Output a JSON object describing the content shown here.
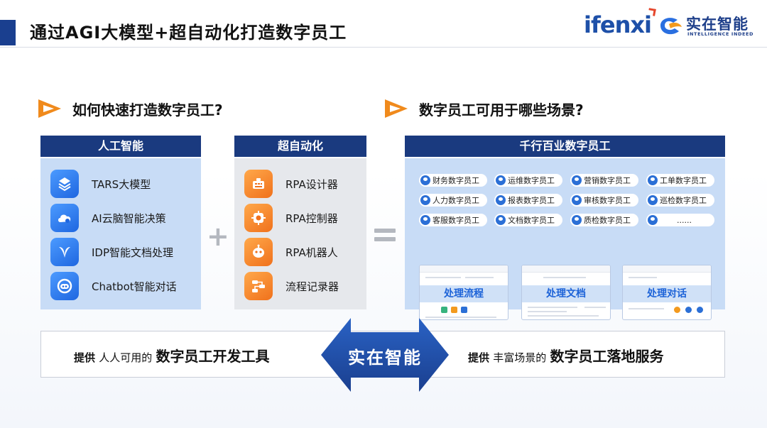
{
  "header": {
    "title": "通过AGI大模型+超自动化打造数字员工",
    "logo_ifenxi": "ifenxi",
    "logo_cn": "实在智能",
    "logo_en": "INTELLIGENCE INDEED"
  },
  "sections": {
    "left_heading": "如何快速打造数字员工?",
    "right_heading": "数字员工可用于哪些场景?"
  },
  "ai_column": {
    "title": "人工智能",
    "items": [
      {
        "label": "TARS大模型",
        "icon": "tars-model-icon"
      },
      {
        "label": "AI云脑智能决策",
        "icon": "ai-cloud-brain-icon"
      },
      {
        "label": "IDP智能文档处理",
        "icon": "idp-document-icon"
      },
      {
        "label": "Chatbot智能对话",
        "icon": "chatbot-icon"
      }
    ]
  },
  "rpa_column": {
    "title": "超自动化",
    "items": [
      {
        "label": "RPA设计器",
        "icon": "rpa-designer-icon"
      },
      {
        "label": "RPA控制器",
        "icon": "rpa-controller-icon"
      },
      {
        "label": "RPA机器人",
        "icon": "rpa-robot-icon"
      },
      {
        "label": "流程记录器",
        "icon": "process-recorder-icon"
      }
    ]
  },
  "operators": {
    "plus": "+",
    "equals": "="
  },
  "industry_column": {
    "title": "千行百业数字员工",
    "roles": [
      [
        "财务数字员工",
        "运维数字员工",
        "营销数字员工",
        "工单数字员工"
      ],
      [
        "人力数字员工",
        "报表数字员工",
        "审核数字员工",
        "巡检数字员工"
      ],
      [
        "客服数字员工",
        "文档数字员工",
        "质检数字员工",
        "......"
      ]
    ],
    "screens": [
      "处理流程",
      "处理文档",
      "处理对话"
    ]
  },
  "banner": {
    "left_prefix": "提供",
    "left_mid": "人人可用的",
    "left_main": "数字员工开发工具",
    "center": "实在智能",
    "right_prefix": "提供",
    "right_mid": "丰富场景的",
    "right_main": "数字员工落地服务"
  },
  "colors": {
    "navy": "#1a3a7f",
    "ai_blue_light": "#c8dcf6",
    "rpa_gray": "#e6e8ec",
    "accent_orange": "#f0711c",
    "accent_blue": "#1e66e0"
  }
}
